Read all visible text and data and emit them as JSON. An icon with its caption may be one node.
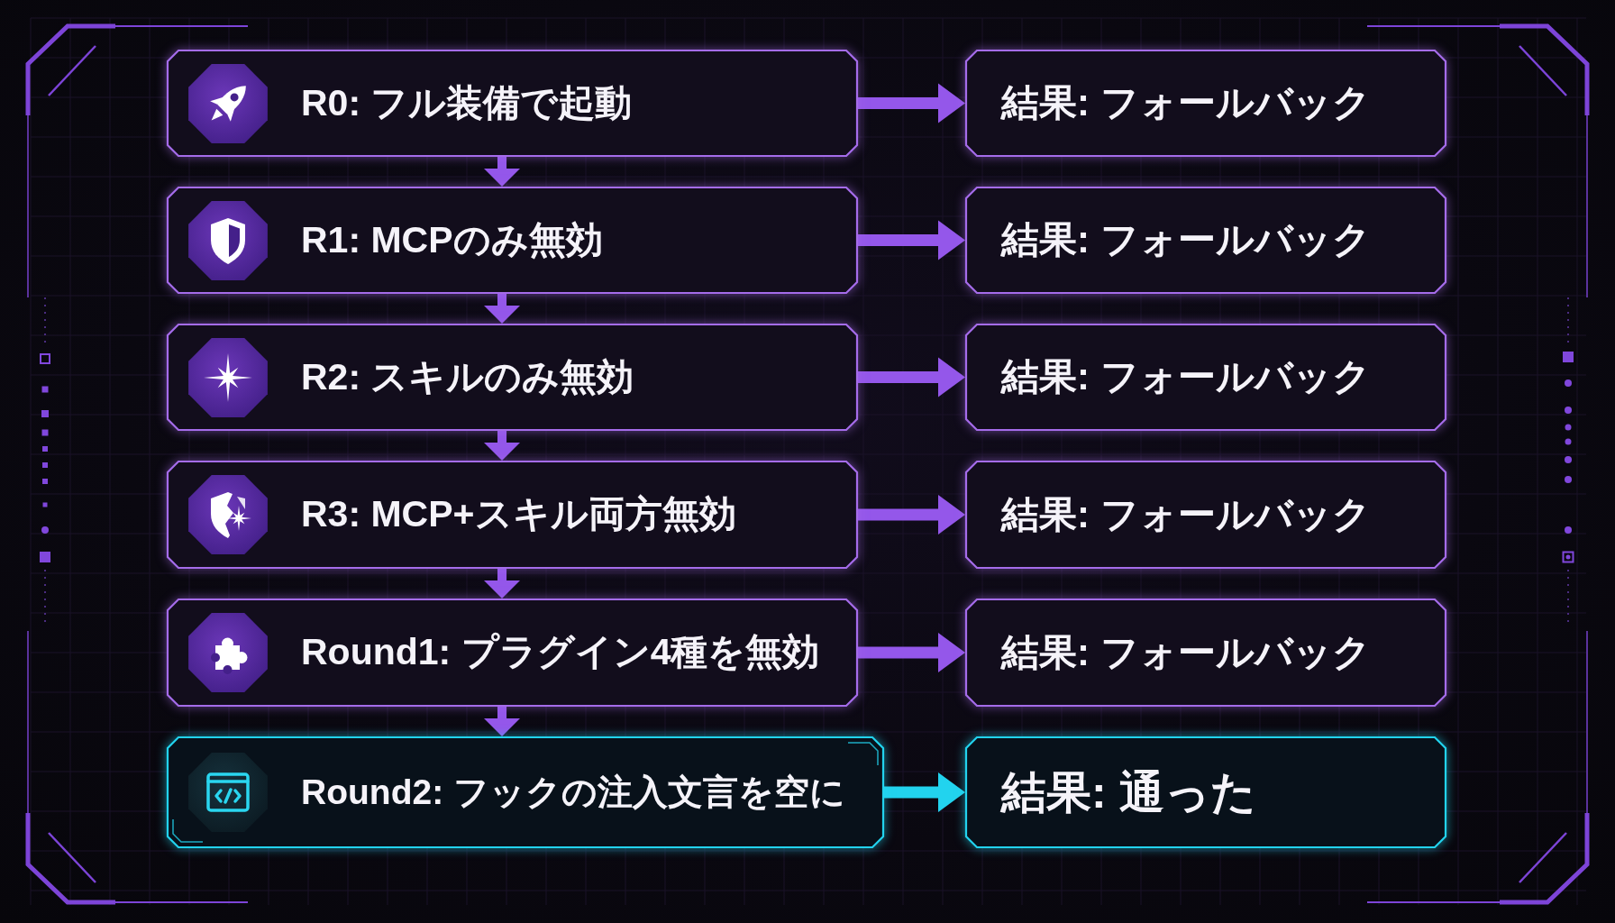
{
  "diagram": {
    "nodes": [
      {
        "text": [
          "R0: フル装備で起動"
        ]
      },
      {
        "text": [
          "結果: フォールバック"
        ]
      },
      {
        "text": [
          "R1: MCPのみ無効"
        ]
      },
      {
        "text": [
          "結果: フォールバック"
        ]
      },
      {
        "text": [
          "R2: スキルのみ無効"
        ]
      },
      {
        "text": [
          "結果: フォールバック"
        ]
      },
      {
        "text": [
          "R3: MCP+スキル両方無効"
        ]
      },
      {
        "text": [
          "結果: フォールバック"
        ]
      },
      {
        "text": [
          "Round1: プラグイン4種を無効"
        ]
      },
      {
        "text": [
          "結果: フォールバック"
        ]
      },
      {
        "text": [
          "Round2: フックの注入文言を空に"
        ]
      },
      {
        "text": [
          "結果: 通った"
        ]
      }
    ],
    "edges": [
      {
        "from": 0,
        "to": 1,
        "arrow": "to"
      },
      {
        "from": 0,
        "to": 2,
        "arrow": "to"
      },
      {
        "from": 2,
        "to": 3,
        "arrow": "to"
      },
      {
        "from": 2,
        "to": 4,
        "arrow": "to"
      },
      {
        "from": 4,
        "to": 5,
        "arrow": "to"
      },
      {
        "from": 4,
        "to": 6,
        "arrow": "to"
      },
      {
        "from": 6,
        "to": 7,
        "arrow": "to"
      },
      {
        "from": 6,
        "to": 8,
        "arrow": "to"
      },
      {
        "from": 8,
        "to": 9,
        "arrow": "to"
      },
      {
        "from": 8,
        "to": 10,
        "arrow": "to"
      },
      {
        "from": 10,
        "to": 11,
        "arrow": "to",
        "color": "#22d3ee"
      }
    ]
  }
}
